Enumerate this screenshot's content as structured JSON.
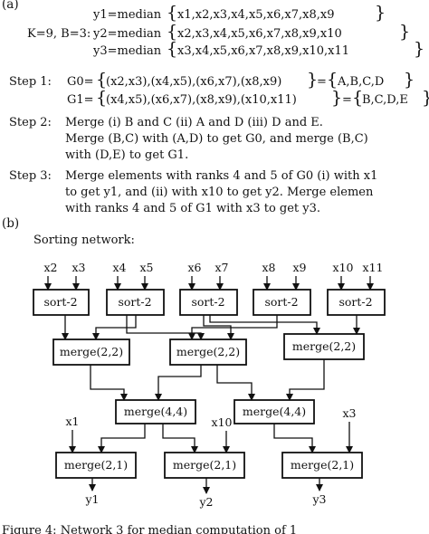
{
  "part_a": {
    "label": "(a)",
    "k_b": "K=9, B=3:",
    "y_lines": [
      {
        "lhs": "y1=median",
        "args": "x1,x2,x3,x4,x5,x6,x7,x8,x9"
      },
      {
        "lhs": "y2=median",
        "args": "x2,x3,x4,x5,x6,x7,x8,x9,x10"
      },
      {
        "lhs": "y3=median",
        "args": "x3,x4,x5,x6,x7,x8,x9,x10,x11"
      }
    ],
    "step1": {
      "label": "Step 1:",
      "g0_lhs": "G0=",
      "g0_pairs": "(x2,x3),(x4,x5),(x6,x7),(x8,x9)",
      "g0_eq": "=",
      "g0_set": "A,B,C,D",
      "g1_lhs": "G1=",
      "g1_pairs": "(x4,x5),(x6,x7),(x8,x9),(x10,x11)",
      "g1_eq": "=",
      "g1_set": "B,C,D,E"
    },
    "step2": {
      "label": "Step 2:",
      "lines": [
        "Merge (i) B and C (ii) A and D (iii) D and E.",
        "Merge (B,C) with (A,D) to get G0, and merge (B,C)",
        "with (D,E) to get G1."
      ]
    },
    "step3": {
      "label": "Step 3:",
      "lines": [
        "Merge elements with ranks 4 and 5 of G0 (i) with x1",
        "to get y1, and (ii) with x10 to get y2. Merge elemen",
        "with ranks 4 and 5 of G1 with x3 to get y3."
      ]
    }
  },
  "part_b": {
    "label": "(b)",
    "title": "Sorting network:",
    "inputs": [
      "x2",
      "x3",
      "x4",
      "x5",
      "x6",
      "x7",
      "x8",
      "x9",
      "x10",
      "x11"
    ],
    "sort_boxes": [
      "sort-2",
      "sort-2",
      "sort-2",
      "sort-2",
      "sort-2"
    ],
    "merge22_boxes": [
      "merge(2,2)",
      "merge(2,2)",
      "merge(2,2)"
    ],
    "merge44_boxes": [
      "merge(4,4)",
      "merge(4,4)"
    ],
    "side_inputs": [
      "x1",
      "x10",
      "x3"
    ],
    "merge21_boxes": [
      "merge(2,1)",
      "merge(2,1)",
      "merge(2,1)"
    ],
    "outputs": [
      "y1",
      "y2",
      "y3"
    ]
  },
  "caption": "Figure 4: Network 3 for median computation of 1"
}
